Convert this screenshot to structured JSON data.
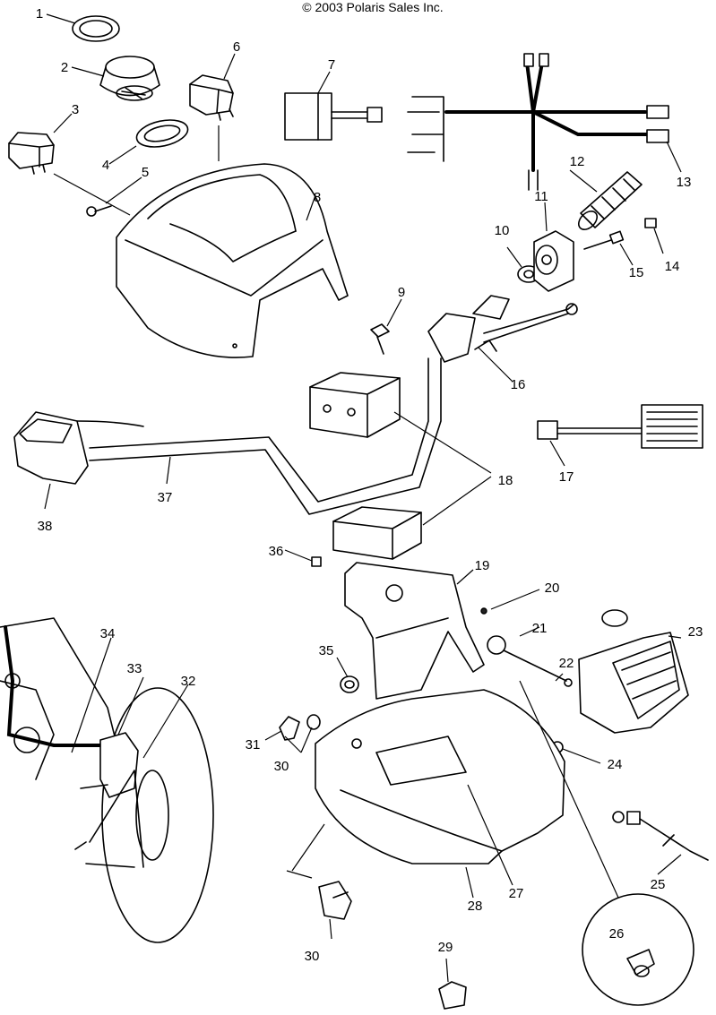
{
  "copyright": "© 2003 Polaris Sales Inc.",
  "callouts": [
    "1",
    "2",
    "3",
    "4",
    "5",
    "6",
    "7",
    "8",
    "9",
    "10",
    "11",
    "12",
    "13",
    "14",
    "15",
    "16",
    "17",
    "18",
    "19",
    "20",
    "21",
    "22",
    "23",
    "24",
    "25",
    "26",
    "27",
    "28",
    "29",
    "30",
    "30",
    "31",
    "32",
    "33",
    "34",
    "35",
    "36",
    "37",
    "38"
  ]
}
